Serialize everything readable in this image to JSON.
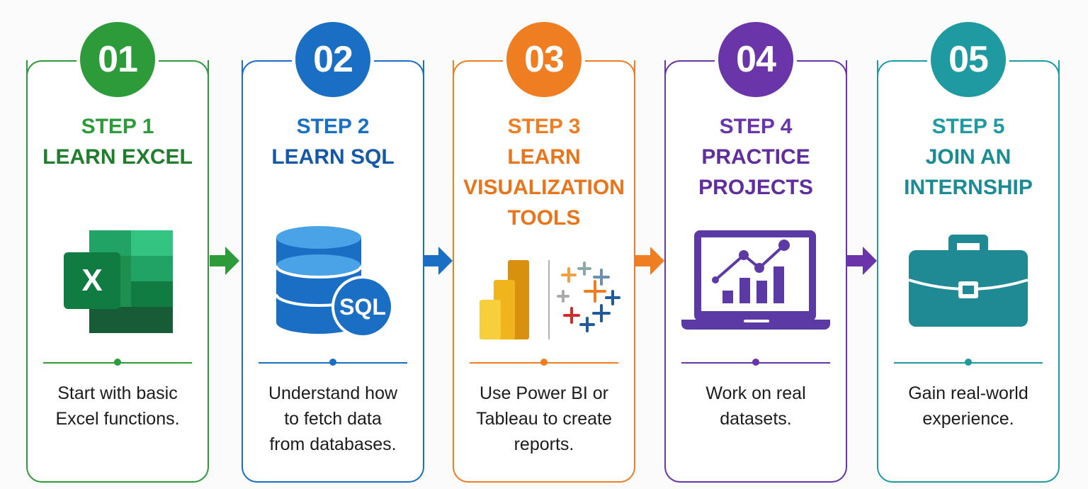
{
  "steps": [
    {
      "number": "01",
      "step": "STEP 1",
      "title": [
        "LEARN EXCEL"
      ],
      "description": [
        "Start with basic",
        "Excel functions."
      ],
      "icon": "excel-icon",
      "color": "#2e9b3a",
      "dark": "#1f7d2c"
    },
    {
      "number": "02",
      "step": "STEP 2",
      "title": [
        "LEARN SQL"
      ],
      "description": [
        "Understand how",
        "to fetch data",
        "from databases."
      ],
      "icon": "sql-database-icon",
      "icon_text": "SQL",
      "color": "#1a6fc4",
      "dark": "#1658a8"
    },
    {
      "number": "03",
      "step": "STEP 3",
      "title": [
        "LEARN",
        "VISUALIZATION",
        "TOOLS"
      ],
      "description": [
        "Use Power BI or",
        "Tableau to create",
        "reports."
      ],
      "icon": "powerbi-tableau-icon",
      "color": "#ef7d22",
      "dark": "#e8751c"
    },
    {
      "number": "04",
      "step": "STEP 4",
      "title": [
        "PRACTICE",
        "PROJECTS"
      ],
      "description": [
        "Work on real",
        "datasets."
      ],
      "icon": "laptop-chart-icon",
      "color": "#6a35a8",
      "dark": "#5f2d9e"
    },
    {
      "number": "05",
      "step": "STEP 5",
      "title": [
        "JOIN AN",
        "INTERNSHIP"
      ],
      "description": [
        "Gain real-world",
        "experience."
      ],
      "icon": "briefcase-icon",
      "color": "#1e9aa0",
      "dark": "#1b8c93"
    }
  ]
}
